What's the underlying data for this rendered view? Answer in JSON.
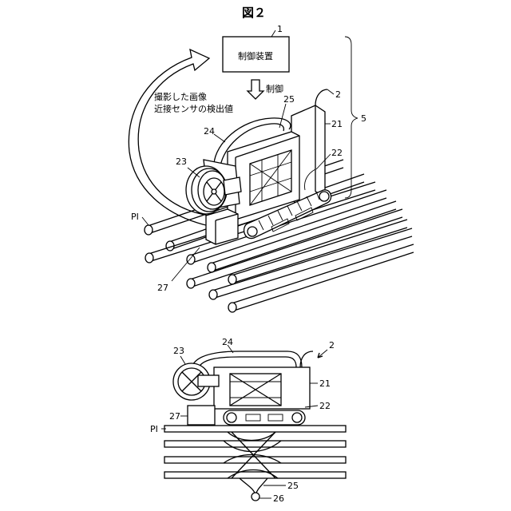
{
  "figure": {
    "title": "図２",
    "control_device": "制御装置",
    "control_label": "制御",
    "feedback_line1": "撮影した画像",
    "feedback_line2": "近接センサの検出値"
  },
  "top_labels": {
    "n1": "1",
    "n2": "2",
    "n5": "5",
    "n21": "21",
    "n22": "22",
    "n23": "23",
    "n24": "24",
    "n25": "25",
    "n27": "27",
    "pi": "PI"
  },
  "bottom_labels": {
    "n2": "2",
    "n21": "21",
    "n22": "22",
    "n23": "23",
    "n24": "24",
    "n25": "25",
    "n26": "26",
    "n27": "27",
    "pi": "PI"
  }
}
